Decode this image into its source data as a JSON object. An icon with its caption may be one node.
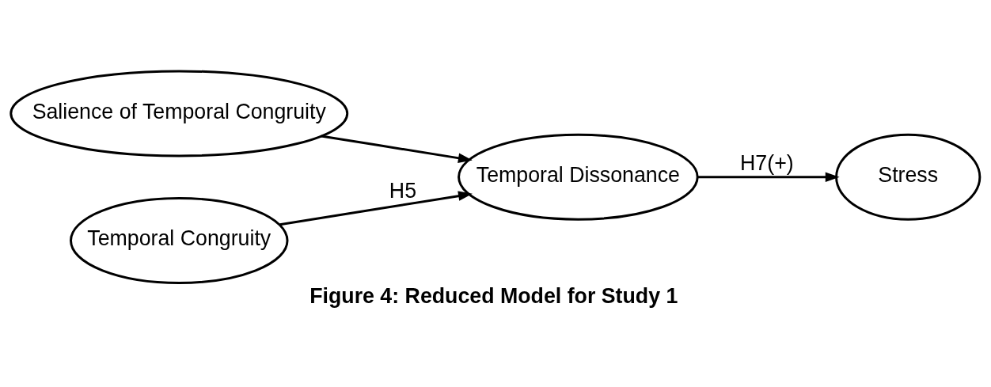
{
  "diagram": {
    "caption": "Figure 4: Reduced Model for Study 1",
    "nodes": [
      {
        "text": [
          "Salience of Temporal Congruity"
        ]
      },
      {
        "text": [
          "Temporal Congruity"
        ]
      },
      {
        "text": [
          "Temporal Dissonance"
        ]
      },
      {
        "text": [
          "Stress"
        ]
      }
    ],
    "edges": [
      {
        "from": 0,
        "to": 2,
        "arrow": "to"
      },
      {
        "from": 1,
        "to": 2,
        "arrow": "to",
        "label": "H5"
      },
      {
        "from": 2,
        "to": 3,
        "arrow": "to",
        "label": "H7(+)"
      }
    ]
  }
}
